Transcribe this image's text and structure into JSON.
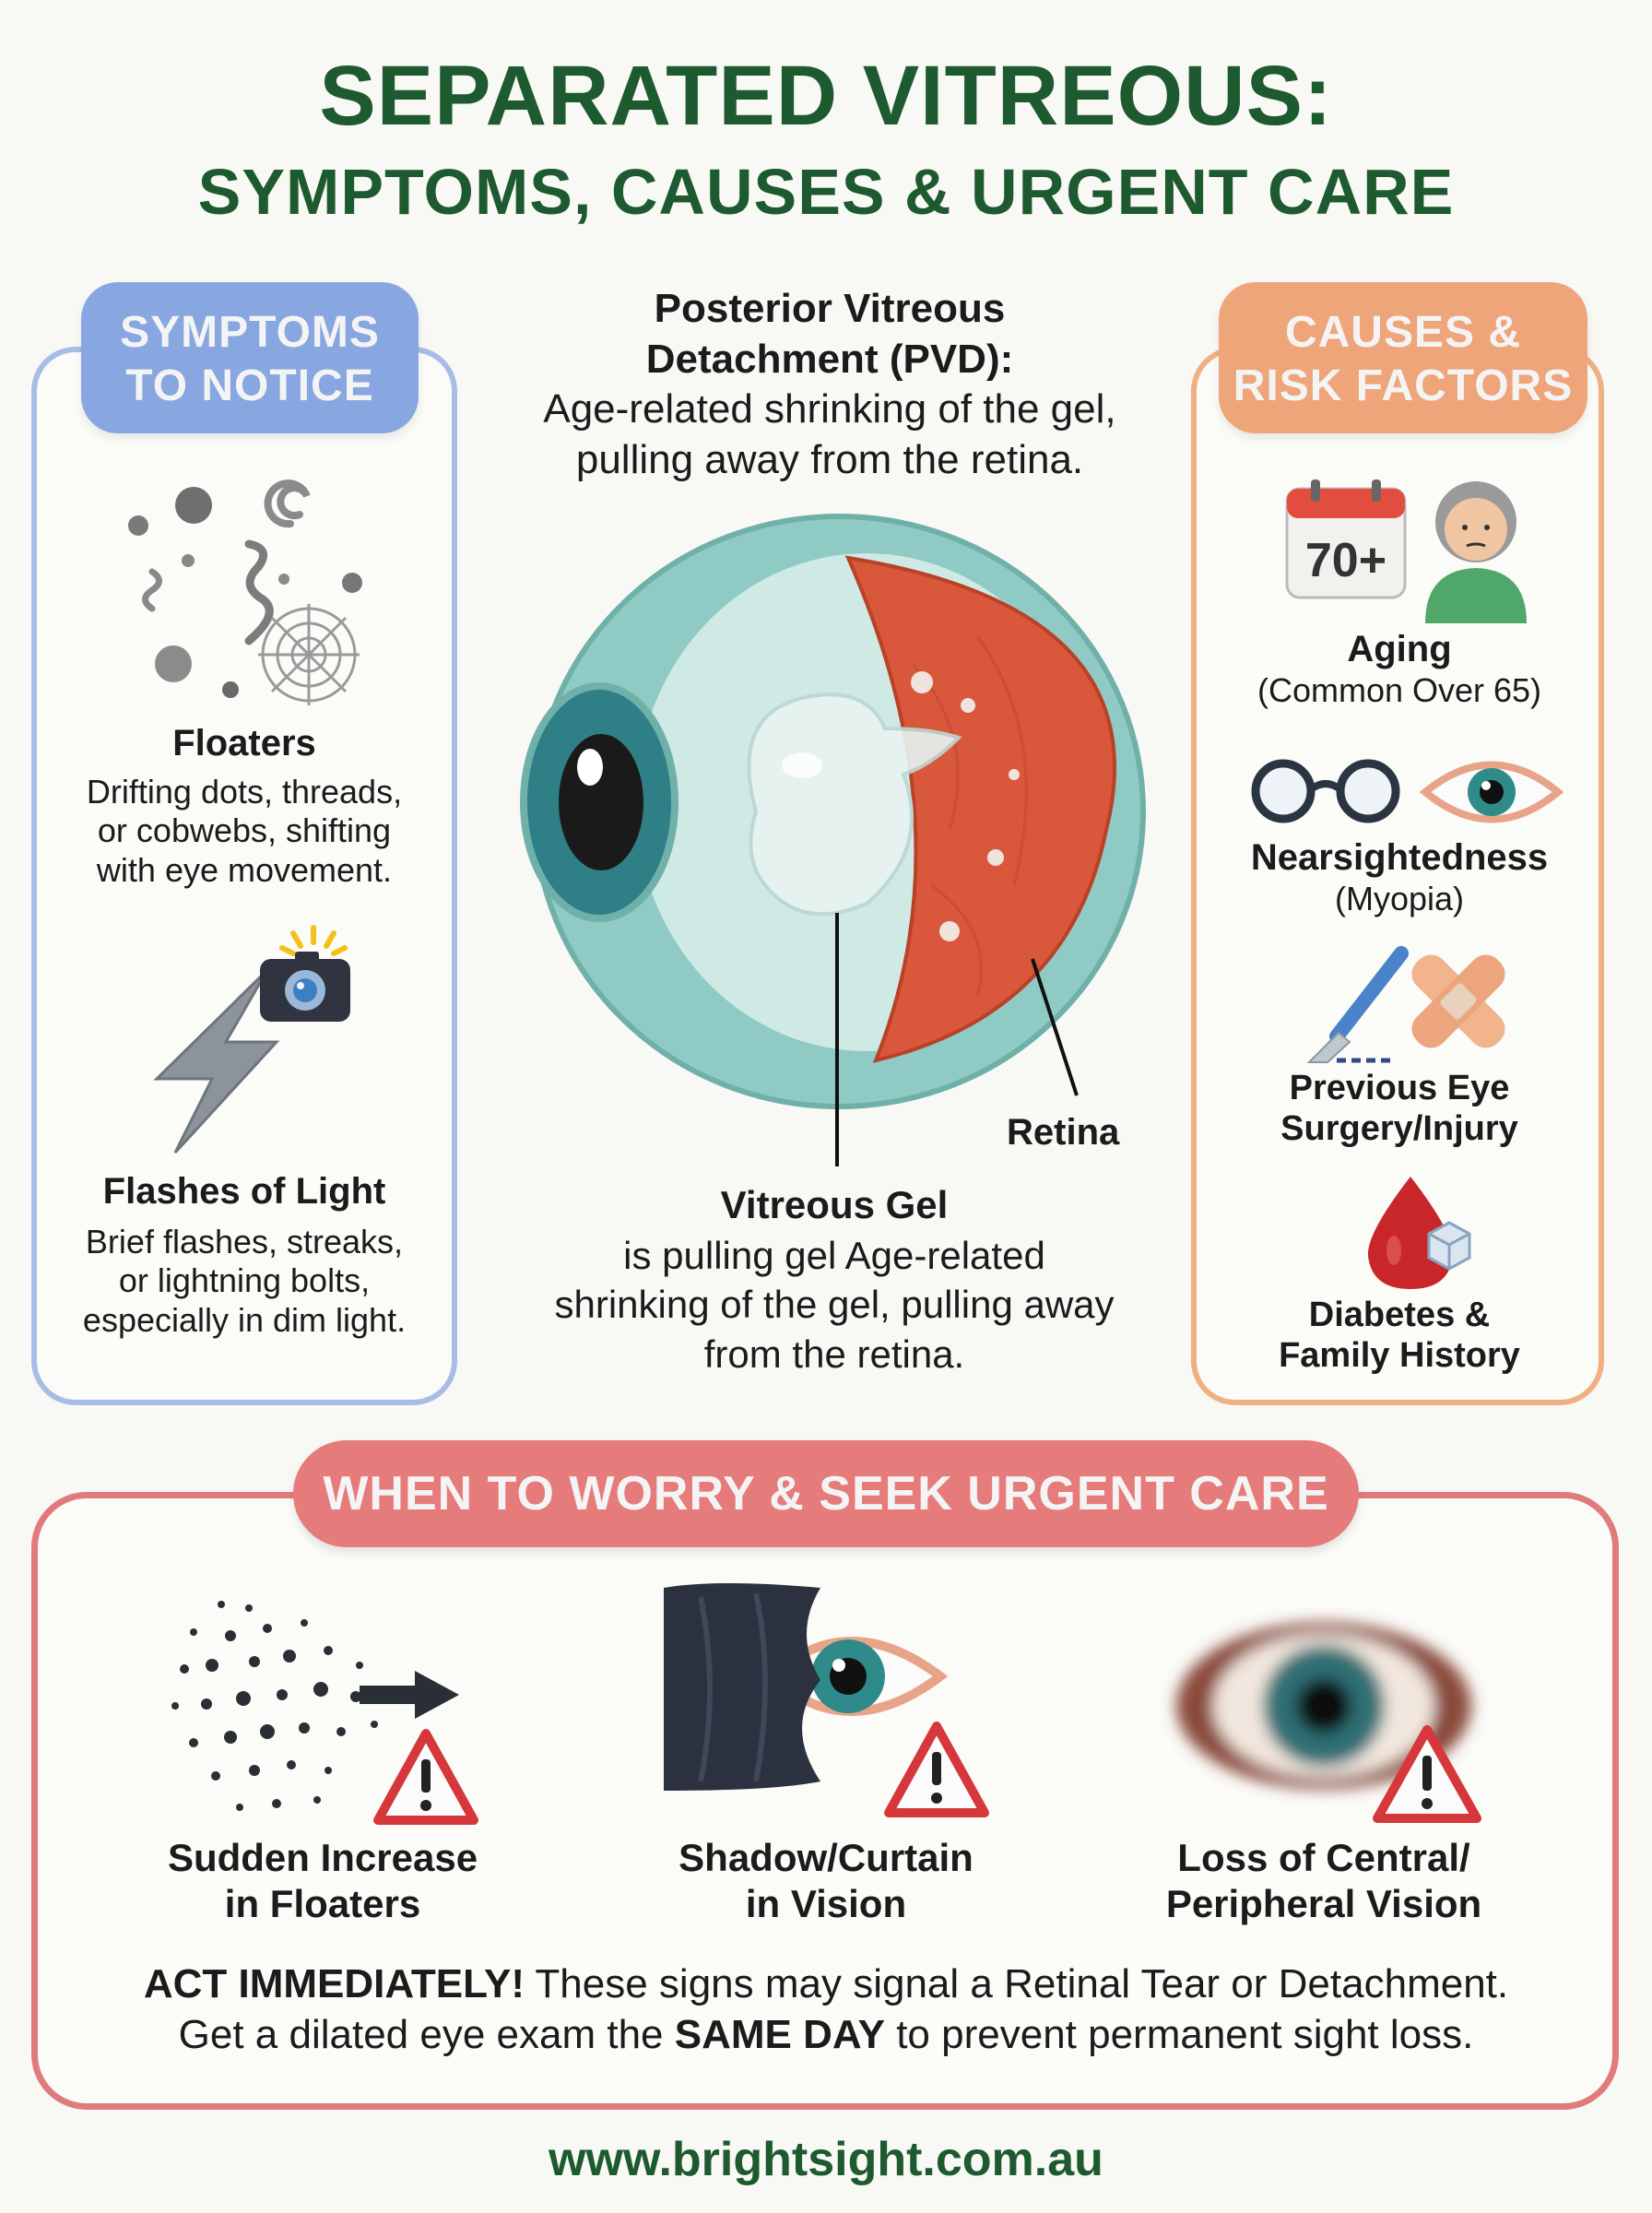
{
  "title": {
    "line1": "SEPARATED VITREOUS:",
    "line2": "SYMPTOMS, CAUSES & URGENT CARE"
  },
  "symptoms": {
    "heading_line1": "SYMPTOMS",
    "heading_line2": "TO NOTICE",
    "items": [
      {
        "title": "Floaters",
        "lines": [
          "Drifting dots, threads,",
          "or cobwebs, shifting",
          "with eye movement."
        ],
        "icon": "floaters-icon"
      },
      {
        "title": "Flashes of Light",
        "lines": [
          "Brief flashes, streaks,",
          "or lightning bolts,",
          "especially in dim light."
        ],
        "icon": "lightning-camera-icon"
      }
    ]
  },
  "center": {
    "heading_line1": "Posterior Vitreous",
    "heading_line2": "Detachment (PVD):",
    "desc_line1": "Age-related shrinking of the gel,",
    "desc_line2": "pulling away from the retina.",
    "retina_label": "Retina",
    "gel_label": "Vitreous Gel",
    "gel_desc_line1": "is pulling gel Age-related",
    "gel_desc_line2": "shrinking of the gel, pulling away",
    "gel_desc_line3": "from the retina."
  },
  "causes": {
    "heading_line1": "CAUSES &",
    "heading_line2": "RISK FACTORS",
    "calendar_text": "70+",
    "items": [
      {
        "title": "Aging",
        "sub": "(Common Over 65)"
      },
      {
        "title": "Nearsightedness",
        "sub": "(Myopia)"
      },
      {
        "title": "Previous Eye",
        "sub": "Surgery/Injury"
      },
      {
        "title": "Diabetes &",
        "sub": "Family History"
      }
    ]
  },
  "urgent": {
    "heading": "WHEN TO WORRY & SEEK URGENT CARE",
    "items": [
      {
        "line1": "Sudden Increase",
        "line2": "in Floaters"
      },
      {
        "line1": "Shadow/Curtain",
        "line2": "in Vision"
      },
      {
        "line1": "Loss of Central/",
        "line2": "Peripheral Vision"
      }
    ],
    "act_bold": "ACT IMMEDIATELY!",
    "act_rest": " These signs may signal a Retinal Tear or Detachment.",
    "act_line2_a": "Get a dilated eye exam the ",
    "act_line2_bold": "SAME DAY",
    "act_line2_b": " to prevent permanent sight loss."
  },
  "footer": {
    "url": "www.brightsight.com.au"
  },
  "colors": {
    "title_green": "#1e5a2f",
    "symptom_blue": "#88a6df",
    "cause_orange": "#eea57a",
    "urgent_red": "#e57b7b",
    "eye_teal": "#8fcbc4",
    "retina_red": "#d9573a"
  }
}
